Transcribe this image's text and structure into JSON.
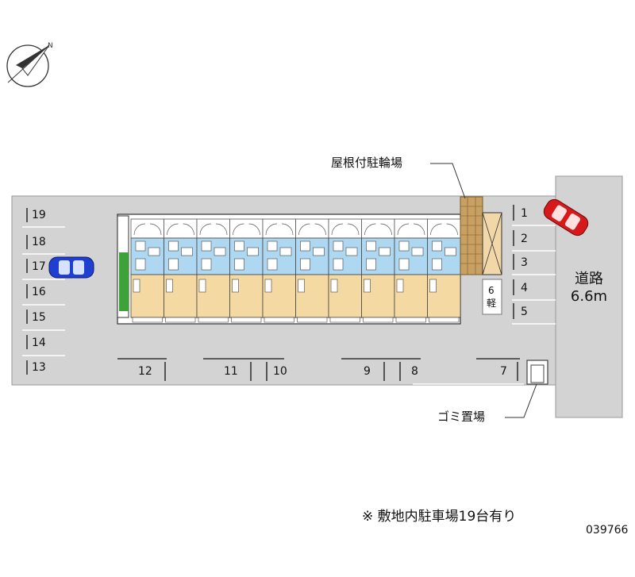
{
  "labels": {
    "bike_parking": "屋根付駐輪場",
    "garbage": "ゴミ置場",
    "road_name": "道路",
    "road_width": "6.6m",
    "kei_number": "6",
    "kei_mark": "軽",
    "note": "※ 敷地内駐車場19台有り",
    "code": "039766"
  },
  "parking": {
    "right": [
      "1",
      "2",
      "3",
      "4",
      "5"
    ],
    "left": [
      "19",
      "18",
      "17",
      "16",
      "15",
      "14",
      "13"
    ],
    "bottom": [
      "12",
      "11",
      "10",
      "9",
      "8",
      "7"
    ]
  },
  "colors": {
    "lot": "#d3d3d3",
    "road": "#d3d3d3",
    "room_blue": "#aed8f2",
    "room_tan": "#f5d9a2",
    "bike_roof": "#c8a062",
    "green": "#3ea23a",
    "car_blue": "#1f3fd0",
    "car_red": "#d8191c"
  }
}
